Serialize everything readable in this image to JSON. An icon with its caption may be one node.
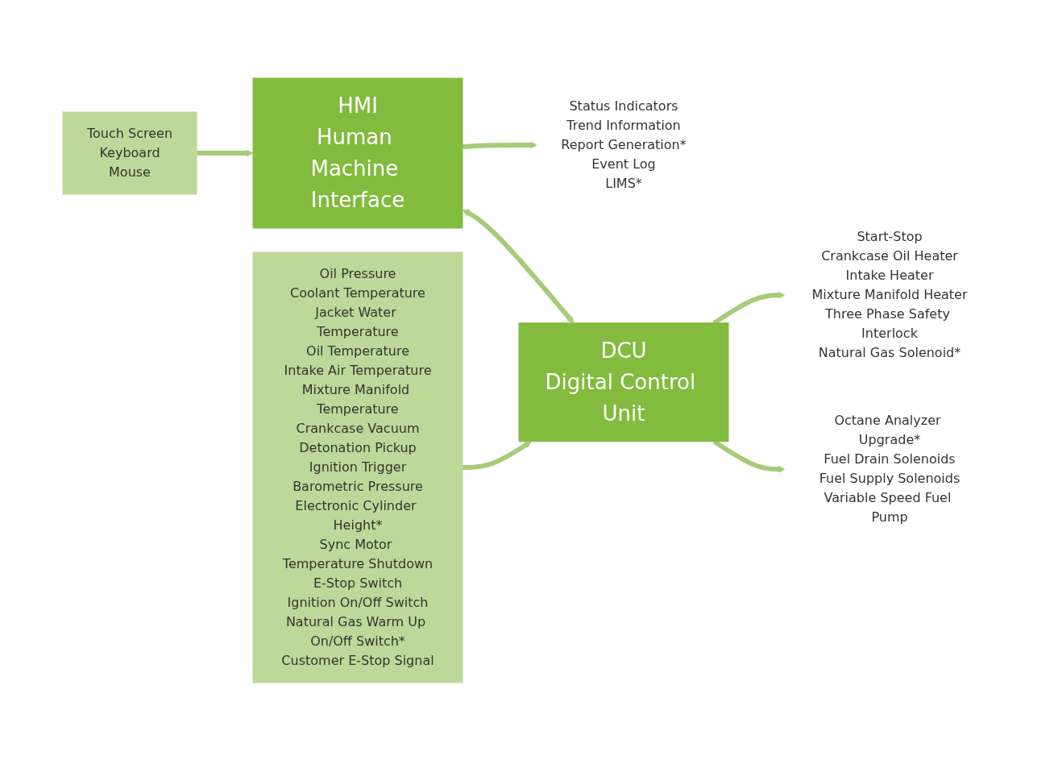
{
  "diagram": {
    "nodes": [
      {
        "text": [
          "Touch Screen",
          "Keyboard",
          "Mouse"
        ]
      },
      {
        "text": [
          "HMI",
          "Human Machine Interface"
        ]
      },
      {
        "text": [
          "Status Indicators",
          "Trend Information",
          "Report Generation*",
          "Event Log",
          "LIMS*"
        ]
      },
      {
        "text": [
          "Oil Pressure",
          "Coolant Temperature",
          "Jacket Water Temperature",
          "Oil Temperature",
          "Intake Air Temperature",
          "Mixture Manifold Temperature",
          "Crankcase Vacuum",
          "Detonation Pickup",
          "Ignition Trigger",
          "Barometric Pressure",
          "Electronic Cylinder Height*",
          "Sync Motor Temperature Shutdown",
          "E-Stop Switch",
          "Ignition On/Off Switch",
          "Natural Gas Warm Up On/Off Switch*",
          "Customer E-Stop Signal"
        ]
      },
      {
        "text": [
          "DCU",
          "Digital Control Unit"
        ]
      },
      {
        "text": [
          "Start-Stop",
          "Crankcase Oil Heater",
          "Intake Heater",
          "Mixture Manifold Heater",
          "Three Phase Safety Interlock",
          "Natural Gas Solenoid*"
        ]
      },
      {
        "text": [
          "Octane Analyzer Upgrade*",
          "Fuel Drain Solenoids",
          "Fuel Supply Solenoids",
          "Variable Speed Fuel Pump"
        ]
      }
    ],
    "edges": [
      {
        "from": 0,
        "to": 1,
        "arrow": "to"
      },
      {
        "from": 1,
        "to": 2,
        "arrow": "to"
      },
      {
        "from": 1,
        "to": 4,
        "arrow": "both"
      },
      {
        "from": 3,
        "to": 4,
        "arrow": "to"
      },
      {
        "from": 4,
        "to": 5,
        "arrow": "to"
      },
      {
        "from": 4,
        "to": 6,
        "arrow": "to"
      }
    ]
  }
}
